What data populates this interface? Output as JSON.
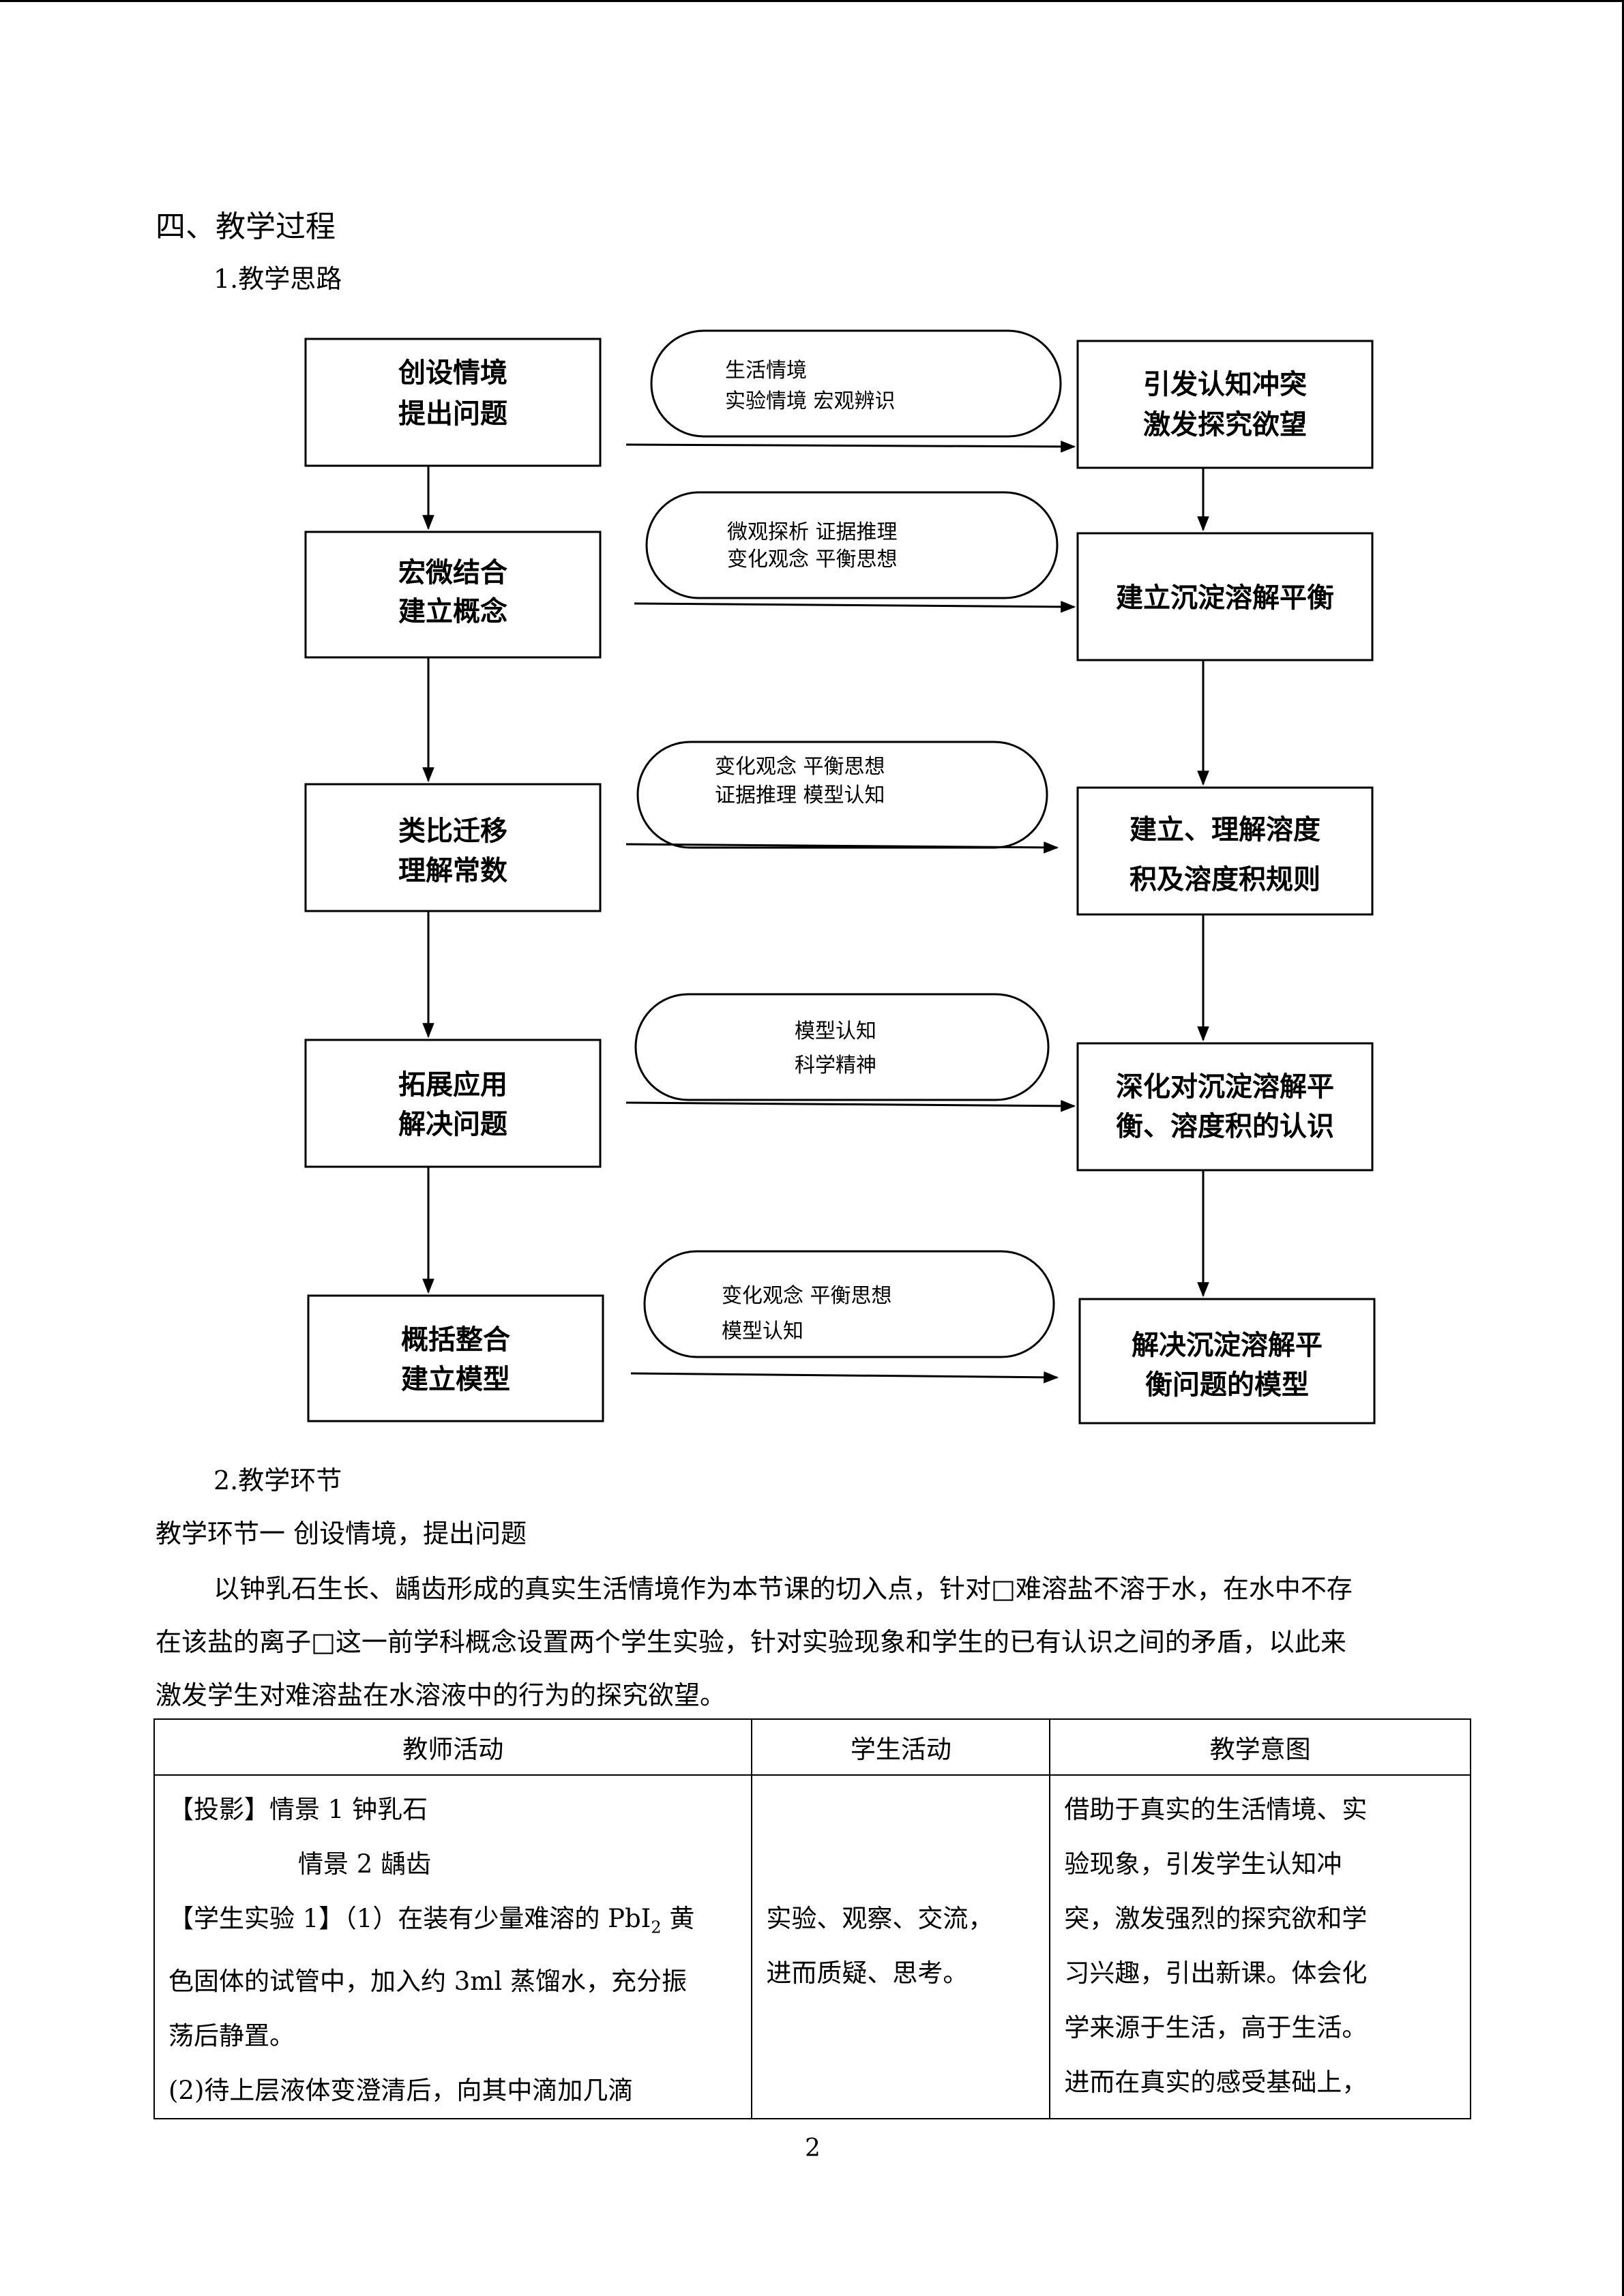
{
  "heading": "四、教学过程",
  "subheading_1": "1.教学思路",
  "flow": {
    "left_boxes": [
      [
        "创设情境",
        "提出问题"
      ],
      [
        "宏微结合",
        "建立概念"
      ],
      [
        "类比迁移",
        "理解常数"
      ],
      [
        "拓展应用",
        "解决问题"
      ],
      [
        "概括整合",
        "建立模型"
      ]
    ],
    "right_boxes": [
      [
        "引发认知冲突",
        "激发探究欲望"
      ],
      [
        "建立沉淀溶解平衡"
      ],
      [
        "建立、理解溶度",
        "积及溶度积规则"
      ],
      [
        "深化对沉淀溶解平",
        "衡、溶度积的认识"
      ],
      [
        "解决沉淀溶解平",
        "衡问题的模型"
      ]
    ],
    "pills": [
      [
        "生活情境",
        "实验情境  宏观辨识"
      ],
      [
        "微观探析  证据推理",
        "变化观念  平衡思想"
      ],
      [
        "变化观念  平衡思想",
        "证据推理  模型认知"
      ],
      [
        "模型认知",
        "科学精神"
      ],
      [
        "变化观念  平衡思想",
        "模型认知"
      ]
    ]
  },
  "subheading_2": "2.教学环节",
  "section_title": "教学环节一  创设情境，提出问题",
  "paragraph_lines": [
    "以钟乳石生长、龋齿形成的真实生活情境作为本节课的切入点，针对□难溶盐不溶于水，在水中不存",
    "在该盐的离子□这一前学科概念设置两个学生实验，针对实验现象和学生的已有认识之间的矛盾，以此来",
    "激发学生对难溶盐在水溶液中的行为的探究欲望。"
  ],
  "table": {
    "headers": [
      "教师活动",
      "学生活动",
      "教学意图"
    ],
    "teacher_lines": [
      "【投影】情景 1 钟乳石",
      "情景 2 龋齿",
      "【学生实验 1】（1）在装有少量难溶的 PbI",
      "2",
      " 黄",
      "色固体的试管中，加入约 3ml 蒸馏水，充分振",
      "荡后静置。",
      " (2)待上层液体变澄清后，向其中滴加几滴"
    ],
    "student_lines": [
      "实验、观察、交流，",
      "进而质疑、思考。"
    ],
    "intent_lines": [
      "借助于真实的生活情境、实",
      "验现象，引发学生认知冲",
      "突，激发强烈的探究欲和学",
      "习兴趣，引出新课。体会化",
      "学来源于生活，高于生活。",
      "进而在真实的感受基础上，"
    ]
  },
  "page_number": "2"
}
